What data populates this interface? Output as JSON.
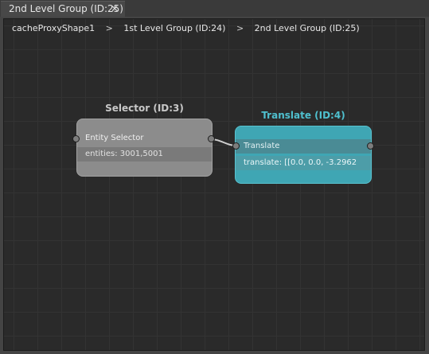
{
  "tab": {
    "label": "2nd Level Group (ID:25)",
    "close_glyph": "✕"
  },
  "breadcrumb": [
    {
      "label": "cacheProxyShape1"
    },
    {
      "label": "1st Level Group (ID:24)"
    },
    {
      "label": "2nd Level Group (ID:25)"
    }
  ],
  "breadcrumb_separator": ">",
  "nodes": {
    "selector": {
      "title": "Selector (ID:3)",
      "header": "Entity Selector",
      "attr": "entities: 3001,5001",
      "title_color": "#c8c8c8"
    },
    "translate": {
      "title": "Translate (ID:4)",
      "header": "Translate",
      "attr": "translate: [[0.0, 0.0, -3.2962",
      "title_color": "#4fc0cf"
    }
  },
  "colors": {
    "canvas": "#2a2a2a",
    "selector_node": "#8c8c8c",
    "translate_node": "#3fa6b4",
    "wire": "#cfcfcf"
  }
}
